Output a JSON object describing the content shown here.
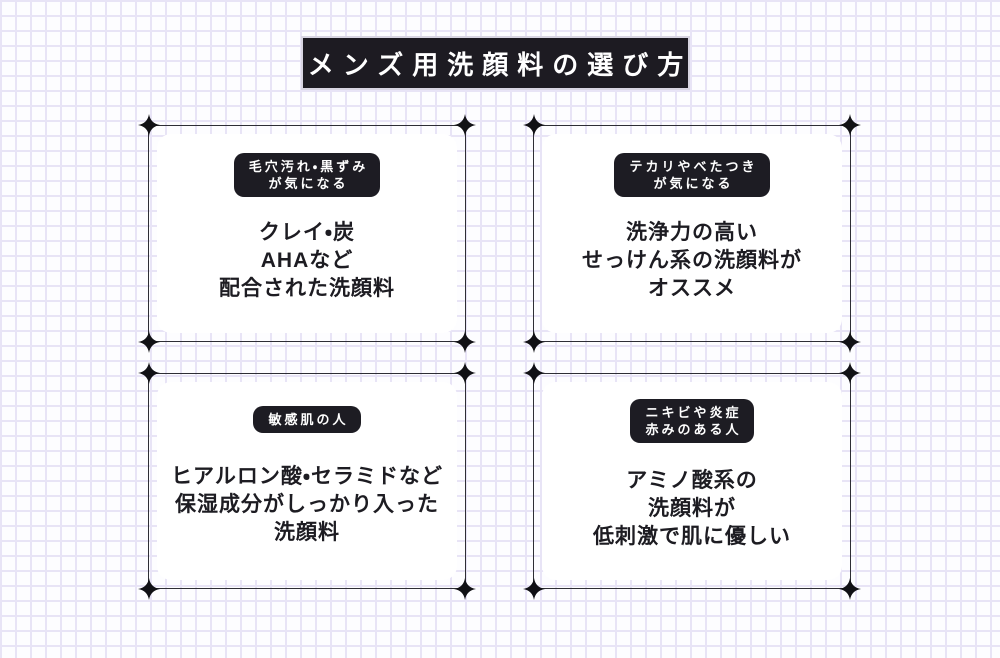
{
  "page": {
    "title": "メンズ用洗顔料の選び方"
  },
  "colors": {
    "background": "#fdfdff",
    "grid_line": "#e8e4f6",
    "banner_bg": "#1d1b22",
    "banner_text": "#ffffff",
    "card_border": "#2e2e35",
    "card_bg": "#ffffff",
    "tag_bg": "#1d1c23",
    "tag_text": "#ffffff",
    "body_text": "#1d1c22",
    "sparkle": "#111115"
  },
  "icons": {
    "corner_decoration": "four-pointed-star-sparkle"
  },
  "cards": [
    {
      "id": "pores",
      "tag_lines": [
        "毛穴汚れ・黒ずみ",
        "が気になる"
      ],
      "body_lines": [
        "クレイ・炭",
        "AHAなど",
        "配合された洗顔料"
      ]
    },
    {
      "id": "shine",
      "tag_lines": [
        "テカリやべたつき",
        "が気になる"
      ],
      "body_lines": [
        "洗浄力の高い",
        "せっけん系の洗顔料が",
        "オススメ"
      ]
    },
    {
      "id": "sensitive",
      "tag_lines": [
        "敏感肌の人"
      ],
      "body_lines": [
        "ヒアルロン酸・セラミドなど",
        "保湿成分がしっかり入った",
        "洗顔料"
      ]
    },
    {
      "id": "acne",
      "tag_lines": [
        "ニキビや炎症",
        "赤みのある人"
      ],
      "body_lines": [
        "アミノ酸系の",
        "洗顔料が",
        "低刺激で肌に優しい"
      ]
    }
  ]
}
